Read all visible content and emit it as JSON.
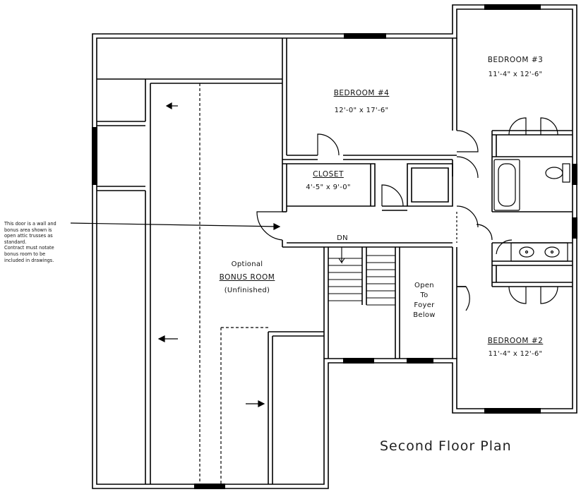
{
  "plan": {
    "title": "Second Floor Plan",
    "rooms": {
      "bedroom4": {
        "name": "BEDROOM #4",
        "dims": "12'-0\" x 17'-6\""
      },
      "bedroom3": {
        "name": "BEDROOM #3",
        "dims": "11'-4\" x 12'-6\""
      },
      "bedroom2": {
        "name": "BEDROOM #2",
        "dims": "11'-4\" x 12'-6\""
      },
      "closet": {
        "name": "CLOSET",
        "dims": "4'-5\" x 9'-0\""
      },
      "bonus": {
        "line1": "Optional",
        "line2": "BONUS ROOM",
        "line3": "(Unfinished)"
      },
      "open_foyer": {
        "line1": "Open",
        "line2": "To",
        "line3": "Foyer",
        "line4": "Below"
      }
    },
    "stair_label": "DN",
    "note": "This door is a wall and\nbonus area shown is\nopen attic trusses as\nstandard.\nContract must notate\nbonus room to be\nincluded in drawings."
  }
}
